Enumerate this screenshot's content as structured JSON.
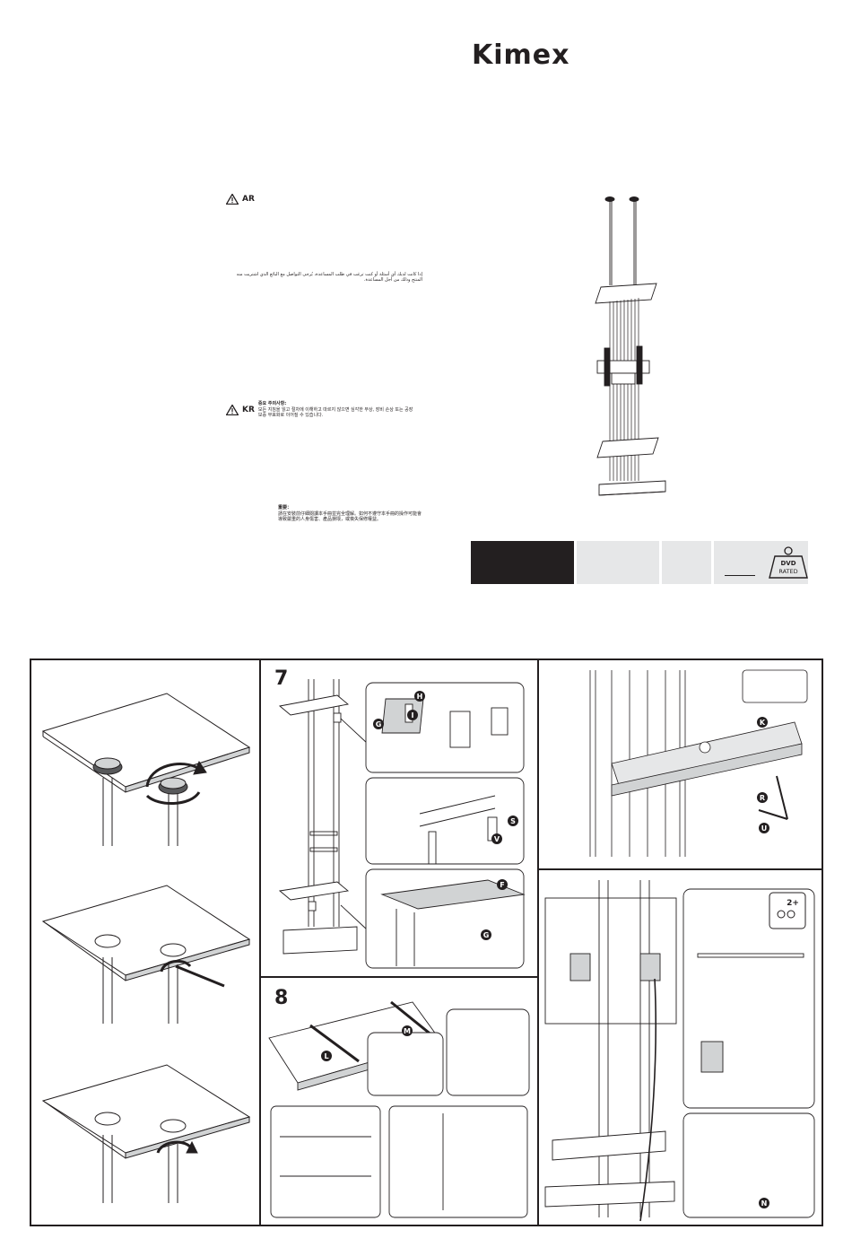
{
  "brand": {
    "name": "Kimex"
  },
  "warnings": {
    "ar": {
      "code": "AR",
      "text": "إذا كانت لديك أي أسئلة أو كنت ترغب في طلب المساعدة، يُرجى التواصل مع البائع الذي اشتريت منه المنتج وذلك من أجل المساعدة."
    },
    "kr": {
      "code": "KR",
      "title": "중요 주의사항:",
      "line1": "모든 지침을 읽고 절차에 이해하고 따르지 않으면 심각한 부상, 장비 손상 또는 공장",
      "line2": "보증 무효화로 이어질 수 있습니다."
    },
    "cn": {
      "title": "重要：",
      "line1": "請在安裝前仔細閱讀本手冊並完全理解。如何不遵守本手冊的操作可能會",
      "line2": "導致嚴重的人身傷害、產品損壞，或喪失保修權益。"
    }
  },
  "spec_bar": {
    "badge_line1": "DVD",
    "badge_line2": "RATED"
  },
  "steps": {
    "step7": {
      "number": "7"
    },
    "step8": {
      "number": "8"
    },
    "callouts": {
      "F": "F",
      "G": "G",
      "H": "H",
      "I": "I",
      "S": "S",
      "V": "V",
      "K": "K",
      "R": "R",
      "U": "U",
      "L": "L",
      "M": "M",
      "N": "N"
    },
    "persons_badge": "2+"
  },
  "colors": {
    "ink": "#231f20",
    "panel_gray": "#e6e7e8",
    "mid_gray": "#d1d3d4",
    "dark_gray": "#58595b"
  }
}
